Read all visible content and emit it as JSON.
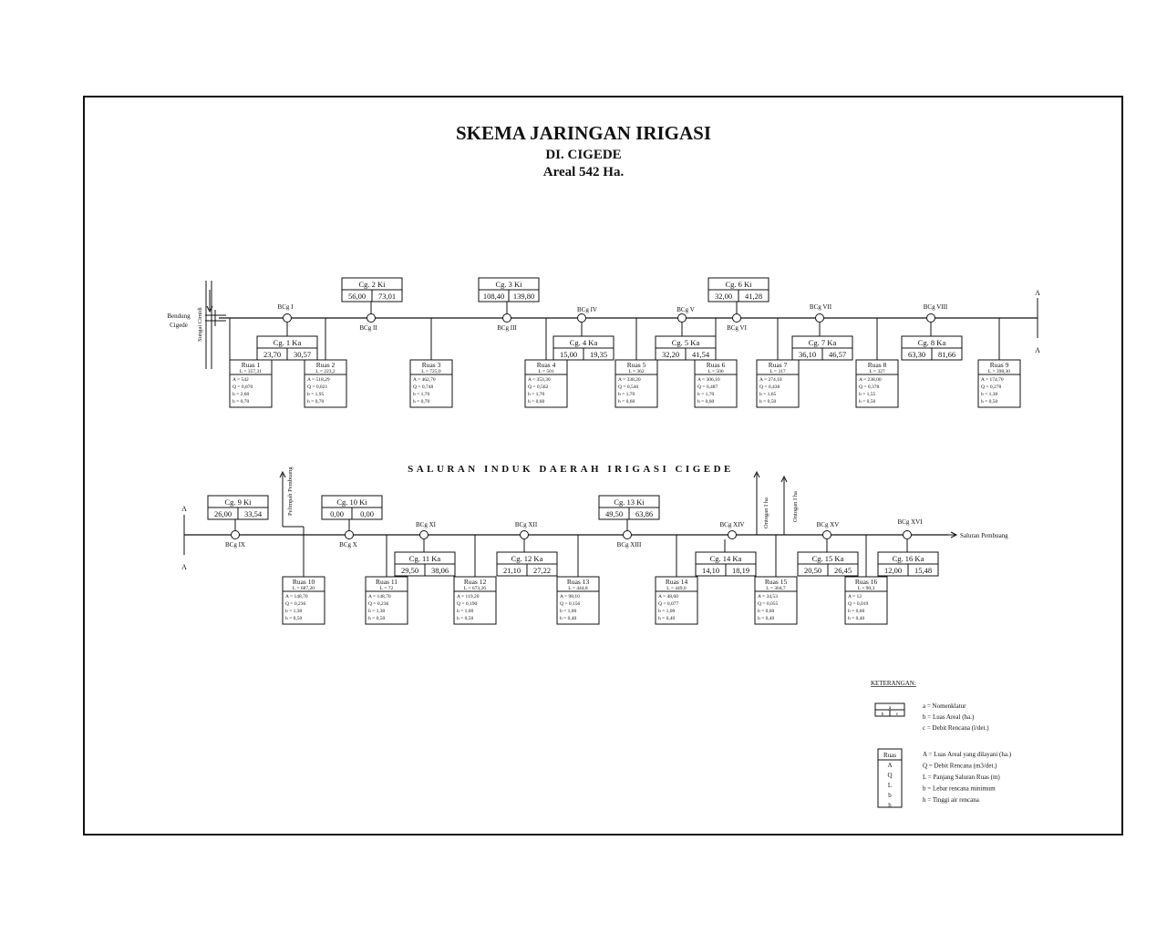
{
  "title": "SKEMA JARINGAN IRIGASI",
  "subtitle1": "DI. CIGEDE",
  "subtitle2": "Areal 542 Ha.",
  "row1": {
    "bendung_label": [
      "Bendung",
      "Cigede"
    ],
    "river_label": "Sungai Cimidi",
    "end_marker": "A",
    "nodes": [
      {
        "label": "BCg I"
      },
      {
        "label": "BCg II"
      },
      {
        "label": "BCg III"
      },
      {
        "label": "BCg IV"
      },
      {
        "label": "BCg V"
      },
      {
        "label": "BCg VI"
      },
      {
        "label": "BCg VII"
      },
      {
        "label": "BCg VIII"
      }
    ],
    "offtakes_above": [
      {
        "name": "Cg. 2 Ki",
        "area": "56,00",
        "flow": "73,01"
      },
      {
        "name": "Cg. 3 Ki",
        "area": "108,40",
        "flow": "139,80"
      },
      {
        "name": "Cg. 6 Ki",
        "area": "32,00",
        "flow": "41,28"
      }
    ],
    "offtakes_below": [
      {
        "name": "Cg. 1 Ka",
        "area": "23,70",
        "flow": "30,57"
      },
      {
        "name": "Cg. 4 Ka",
        "area": "15,00",
        "flow": "19,35"
      },
      {
        "name": "Cg. 5 Ka",
        "area": "32,20",
        "flow": "41,54"
      },
      {
        "name": "Cg. 7 Ka",
        "area": "36,10",
        "flow": "46,57"
      },
      {
        "name": "Cg. 8 Ka",
        "area": "63,30",
        "flow": "81,66"
      }
    ],
    "ruas": [
      {
        "name": "Ruas 1",
        "L": "L = 357,31",
        "rows": [
          "A = 542",
          "Q = 0,870",
          "b = 2,60",
          "h = 0,70"
        ]
      },
      {
        "name": "Ruas 2",
        "L": "L = 223,2",
        "rows": [
          "A = 518,29",
          "Q = 0,821",
          "b = 1,95",
          "h = 0,70"
        ]
      },
      {
        "name": "Ruas 3",
        "L": "L = 725,0",
        "rows": [
          "A = 462,70",
          "Q = 0,748",
          "b = 1,70",
          "h = 0,70"
        ]
      },
      {
        "name": "Ruas 4",
        "L": "L = 501",
        "rows": [
          "A = 353,30",
          "Q = 0,562",
          "b = 1,70",
          "h = 0,60"
        ]
      },
      {
        "name": "Ruas 5",
        "L": "L = 362",
        "rows": [
          "A = 338,20",
          "Q = 0,546",
          "b = 1,70",
          "h = 0,60"
        ]
      },
      {
        "name": "Ruas 6",
        "L": "L = 500",
        "rows": [
          "A = 306,10",
          "Q = 0,487",
          "b = 1,70",
          "h = 0,60"
        ]
      },
      {
        "name": "Ruas 7",
        "L": "L = 317",
        "rows": [
          "A = 274,10",
          "Q = 0,438",
          "b = 1,65",
          "h = 0,50"
        ]
      },
      {
        "name": "Ruas 8",
        "L": "L = 327",
        "rows": [
          "A = 238,00",
          "Q = 0,378",
          "b = 1,55",
          "h = 0,50"
        ]
      },
      {
        "name": "Ruas 9",
        "L": "L = 398,30",
        "rows": [
          "A = 174,70",
          "Q = 0,278",
          "b = 1,30",
          "h = 0,50"
        ]
      }
    ]
  },
  "canal_title": "SALURAN INDUK DAERAH IRIGASI CIGEDE",
  "row2": {
    "start_marker": "A",
    "pembuang_label": "Saluran Pembuang",
    "pelimpah_label": "Pelimpah Pembuang",
    "ontogan1": "Ontogan I ha",
    "ontogan2": "Ontogan I ha",
    "nodes": [
      {
        "label": "BCg IX"
      },
      {
        "label": "BCg X"
      },
      {
        "label": "BCg XI"
      },
      {
        "label": "BCg XII"
      },
      {
        "label": "BCg XIII"
      },
      {
        "label": "BCg XIV"
      },
      {
        "label": "BCg XV"
      },
      {
        "label": "BCg XVI"
      }
    ],
    "offtakes_above": [
      {
        "name": "Cg. 9 Ki",
        "area": "26,00",
        "flow": "33,54"
      },
      {
        "name": "Cg. 10 Ki",
        "area": "0,00",
        "flow": "0,00"
      },
      {
        "name": "Cg. 13 Ki",
        "area": "49,50",
        "flow": "63,86"
      }
    ],
    "offtakes_below": [
      {
        "name": "Cg. 11 Ka",
        "area": "29,50",
        "flow": "38,06"
      },
      {
        "name": "Cg. 12 Ka",
        "area": "21,10",
        "flow": "27,22"
      },
      {
        "name": "Cg. 14 Ka",
        "area": "14,10",
        "flow": "18,19"
      },
      {
        "name": "Cg. 15 Ka",
        "area": "20,50",
        "flow": "26,45"
      },
      {
        "name": "Cg. 16 Ka",
        "area": "12,00",
        "flow": "15,48"
      }
    ],
    "ruas": [
      {
        "name": "Ruas 10",
        "L": "L = 687,20",
        "rows": [
          "A = 148,70",
          "Q = 0,236",
          "b = 1,30",
          "h = 0,50"
        ]
      },
      {
        "name": "Ruas 11",
        "L": "L = 72",
        "rows": [
          "A = 148,70",
          "Q = 0,236",
          "b = 1,30",
          "h = 0,50"
        ]
      },
      {
        "name": "Ruas 12",
        "L": "L = 673,26",
        "rows": [
          "A = 119,20",
          "Q = 0,190",
          "b = 1,00",
          "h = 0,50"
        ]
      },
      {
        "name": "Ruas 13",
        "L": "L = 444,8",
        "rows": [
          "A = 98,10",
          "Q = 0,156",
          "b = 1,00",
          "h = 0,40"
        ]
      },
      {
        "name": "Ruas 14",
        "L": "L = 449,0",
        "rows": [
          "A = 48,60",
          "Q = 0,077",
          "b = 1,00",
          "h = 0,40"
        ]
      },
      {
        "name": "Ruas 15",
        "L": "L = 304,7",
        "rows": [
          "A = 34,53",
          "Q = 0,055",
          "b = 0,60",
          "h = 0,40"
        ]
      },
      {
        "name": "Ruas 16",
        "L": "L = 90,3",
        "rows": [
          "A = 12",
          "Q = 0,019",
          "b = 0,60",
          "h = 0,40"
        ]
      }
    ]
  },
  "legend": {
    "title": "KETERANGAN:",
    "box1_lines": [
      "a",
      "b",
      "c"
    ],
    "box1_desc": [
      "a  =  Nomenklatur",
      "b  =  Luas Areal (ha.)",
      "c  =  Debit Rencana (l/det.)"
    ],
    "box2_lines": [
      "Ruas",
      "A",
      "Q",
      "L",
      "b",
      "h"
    ],
    "box2_desc": [
      "A   =  Luas Areal yang dilayani (ha.)",
      "Q   =  Debit Rencana (m3/det.)",
      "L   =  Panjang Saluran Ruas (m)",
      "b   =  Lebar rencana minimum",
      "h   =  Tinggi air rencana"
    ]
  }
}
